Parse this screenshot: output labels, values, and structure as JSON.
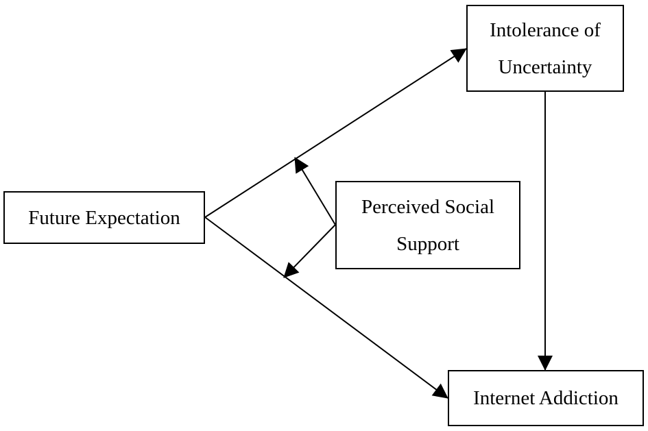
{
  "nodes": {
    "future_expectation": {
      "label": "Future Expectation"
    },
    "intolerance_of_uncertainty": {
      "line1": "Intolerance of",
      "line2": "Uncertainty"
    },
    "perceived_social_support": {
      "line1": "Perceived Social",
      "line2": "Support"
    },
    "internet_addiction": {
      "label": "Internet Addiction"
    }
  },
  "edges": [
    {
      "from": "future_expectation",
      "to": "intolerance_of_uncertainty"
    },
    {
      "from": "future_expectation",
      "to": "internet_addiction"
    },
    {
      "from": "intolerance_of_uncertainty",
      "to": "internet_addiction"
    },
    {
      "from": "perceived_social_support",
      "to": "future_expectation->intolerance_of_uncertainty"
    },
    {
      "from": "perceived_social_support",
      "to": "future_expectation->internet_addiction"
    }
  ],
  "colors": {
    "stroke": "#000000",
    "background": "#ffffff"
  }
}
